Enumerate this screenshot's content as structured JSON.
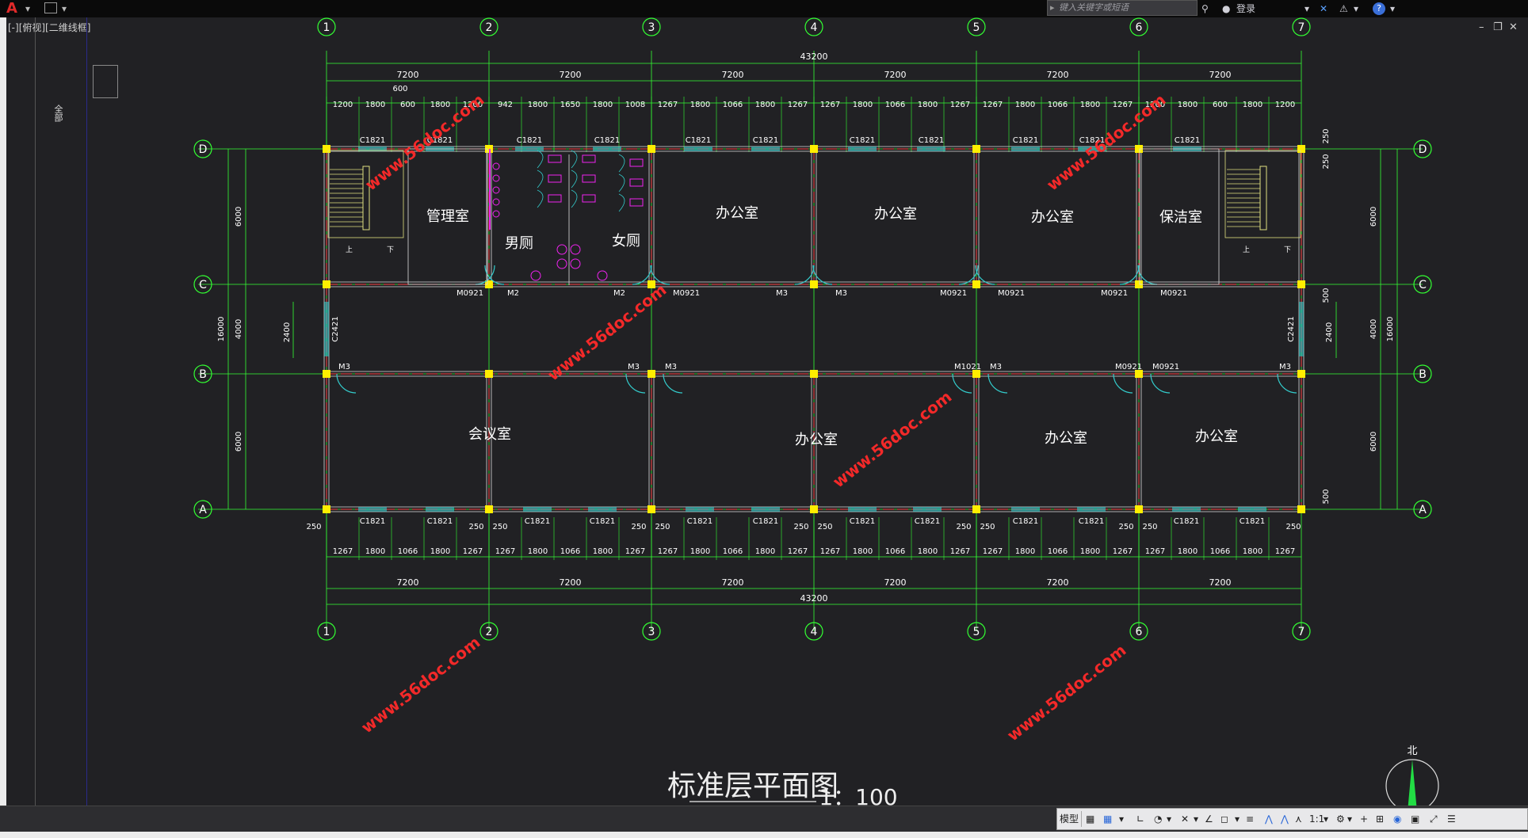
{
  "titlebar": {
    "search_placeholder": "键入关键字或短语",
    "login_label": "登录"
  },
  "doc_tab": "[-][俯视][二维线框]",
  "palette_label": "全部",
  "drawing": {
    "title": "标准层平面图",
    "scale": "1：100",
    "north_label": "北",
    "column_axes": [
      "1",
      "2",
      "3",
      "4",
      "5",
      "6",
      "7"
    ],
    "row_axes": [
      "D",
      "C",
      "B",
      "A"
    ],
    "total_dim": "43200",
    "bay_dim": "7200",
    "top_subdims": [
      "1200",
      "1800",
      "600",
      "1800",
      "1200",
      "942",
      "1800",
      "1650",
      "1800",
      "1008",
      "1267",
      "1800",
      "1066",
      "1800",
      "1267",
      "1267",
      "1800",
      "1066",
      "1800",
      "1267",
      "1267",
      "1800",
      "1066",
      "1800",
      "1267",
      "1200",
      "1800",
      "600",
      "1800",
      "1200"
    ],
    "top_extra": "600",
    "bottom_subdims": [
      "1267",
      "1800",
      "1066",
      "1800",
      "1267",
      "1267",
      "1800",
      "1066",
      "1800",
      "1267",
      "1267",
      "1800",
      "1066",
      "1800",
      "1267",
      "1267",
      "1800",
      "1066",
      "1800",
      "1267",
      "1267",
      "1800",
      "1066",
      "1800",
      "1267",
      "1267",
      "1800",
      "1066",
      "1800",
      "1267"
    ],
    "wall_250": "250",
    "left_dims": {
      "d_c": "6000",
      "c_b": "4000",
      "b_a": "6000",
      "total": "16000",
      "window": "2400"
    },
    "right_dims": {
      "d_c": "6000",
      "c_b": "4000",
      "b_a": "6000",
      "total": "16000",
      "window": "2400",
      "top": "250",
      "mid": "500",
      "bot": "500"
    },
    "rooms": [
      {
        "name": "管理室"
      },
      {
        "name": "男厕"
      },
      {
        "name": "女厕"
      },
      {
        "name": "办公室"
      },
      {
        "name": "办公室"
      },
      {
        "name": "办公室"
      },
      {
        "name": "保洁室"
      },
      {
        "name": "会议室"
      },
      {
        "name": "办公室"
      },
      {
        "name": "办公室"
      },
      {
        "name": "办公室"
      }
    ],
    "stair_up": "上",
    "stair_down": "下",
    "window_tag": "C1821",
    "side_window_tag": "C2421",
    "door_tags": [
      "M0921",
      "M2",
      "M2",
      "M0921",
      "M3",
      "M3",
      "M0921",
      "M0921",
      "M0921",
      "M0921",
      "M3",
      "M3",
      "M3",
      "M1021",
      "M3",
      "M0921",
      "M0921",
      "M3"
    ],
    "watermark": "www.56doc.com"
  },
  "statusbar": {
    "model_label": "模型",
    "scale_label": "1:1"
  },
  "colors": {
    "axis": "#33ff33",
    "dim": "#33ff33",
    "wall": "#ff4444",
    "door": "#33cccc",
    "column": "#ffee00",
    "room_text": "#ffffff",
    "watermark": "#ff2a2a",
    "fixtures": "#ee22ee",
    "background": "#212124"
  }
}
